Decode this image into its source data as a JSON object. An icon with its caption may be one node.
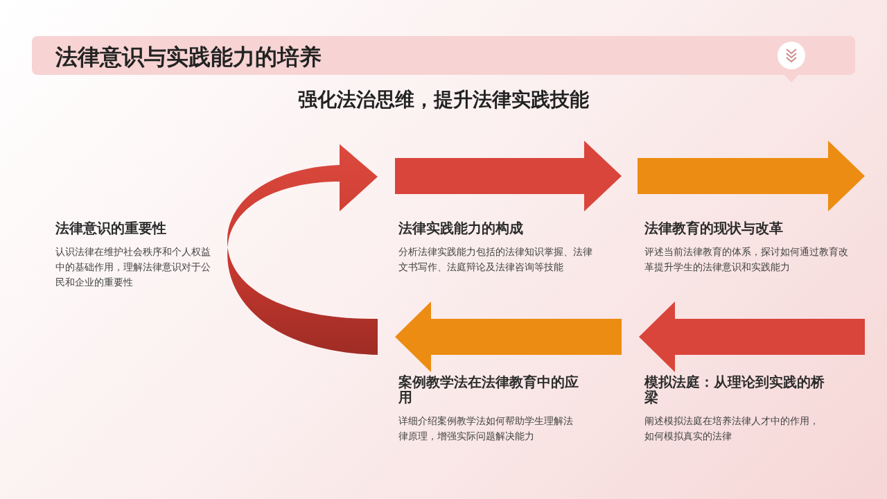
{
  "diagram": {
    "title": "法律意识与实践能力的培养",
    "nodes": [
      {
        "text": [
          "法律意识的重要性",
          "认识法律在维护社会秩序和个人权益中的基础作用，理解法律意识对于公民和企业的重要性"
        ]
      },
      {
        "text": [
          "法律实践能力的构成",
          "分析法律实践能力包括的法律知识掌握、法律文书写作、法庭辩论及法律咨询等技能"
        ]
      },
      {
        "text": [
          "法律教育的现状与改革",
          "评述当前法律教育的体系，探讨如何通过教育改革提升学生的法律意识和实践能力"
        ]
      },
      {
        "text": [
          "案例教学法在法律教育中的应用",
          "详细介绍案例教学法如何帮助学生理解法律原理，增强实际问题解决能力"
        ]
      },
      {
        "text": [
          "模拟法庭：从理论到实践的桥梁",
          "阐述模拟法庭在培养法律人才中的作用，如何模拟真实的法律"
        ]
      }
    ],
    "labels": [
      "强化法治思维，提升法律实践技能"
    ]
  }
}
